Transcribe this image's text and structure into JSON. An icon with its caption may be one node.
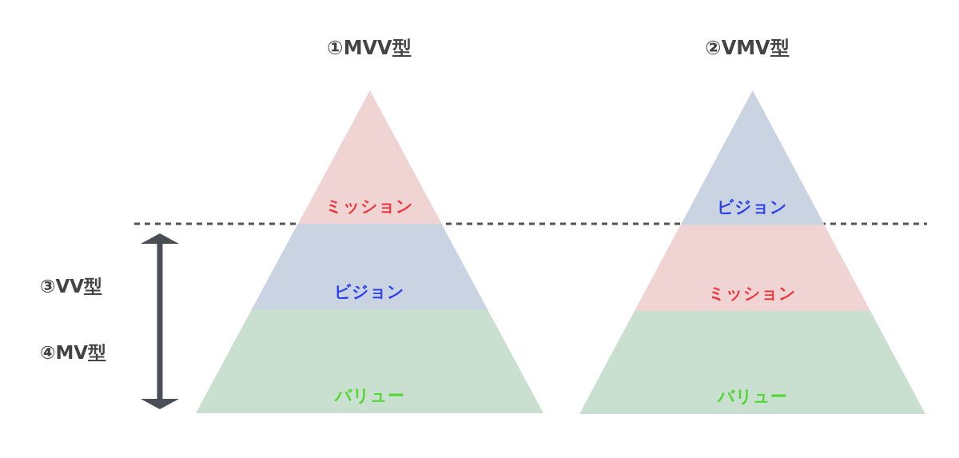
{
  "diagram": {
    "nodes": [
      {
        "text": [
          "①MVV型"
        ]
      },
      {
        "text": [
          "ミッション"
        ],
        "in": 0
      },
      {
        "text": [
          "ビジョン"
        ],
        "in": 0
      },
      {
        "text": [
          "バリュー"
        ],
        "in": 0
      },
      {
        "text": [
          "②VMV型"
        ]
      },
      {
        "text": [
          "ビジョン"
        ],
        "in": 4
      },
      {
        "text": [
          "ミッション"
        ],
        "in": 4
      },
      {
        "text": [
          "バリュー"
        ],
        "in": 4
      }
    ],
    "edges": [],
    "labels": [
      "③VV型",
      "④MV型"
    ]
  }
}
